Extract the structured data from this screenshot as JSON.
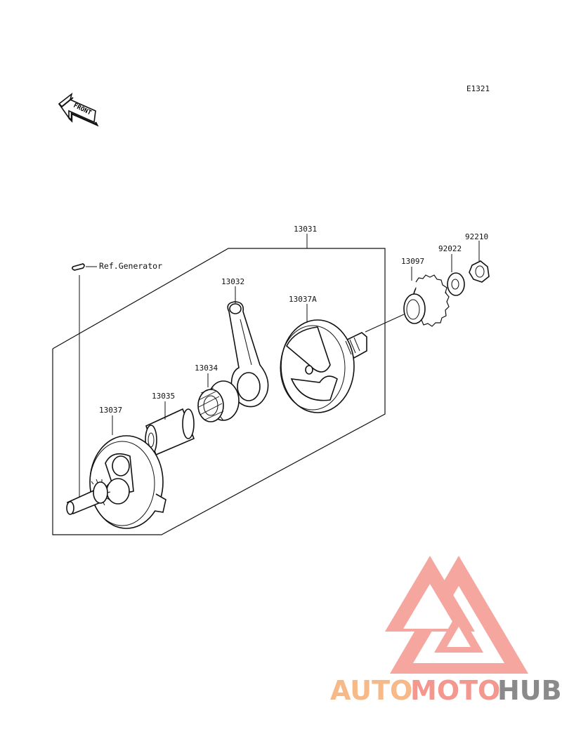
{
  "diagram": {
    "code": "E1321",
    "front_label": "FRONT",
    "ref_label": "Ref.Generator",
    "parts": [
      {
        "number": "13031",
        "name": "crankshaft-assembly"
      },
      {
        "number": "13032",
        "name": "connecting-rod"
      },
      {
        "number": "13037A",
        "name": "right-crank-flywheel"
      },
      {
        "number": "13097",
        "name": "crankshaft-gear"
      },
      {
        "number": "92022",
        "name": "washer"
      },
      {
        "number": "92210",
        "name": "nut"
      },
      {
        "number": "13034",
        "name": "needle-bearing"
      },
      {
        "number": "13035",
        "name": "crank-pin"
      },
      {
        "number": "13037",
        "name": "left-crank-flywheel"
      }
    ]
  },
  "watermark": {
    "part1": "AUTO",
    "part2": "MOTO",
    "part3": "HUB",
    "colors": {
      "auto": "#f6b987",
      "moto": "#f3978f",
      "hub": "#8a8a8a",
      "logo": "#f3978f"
    }
  }
}
